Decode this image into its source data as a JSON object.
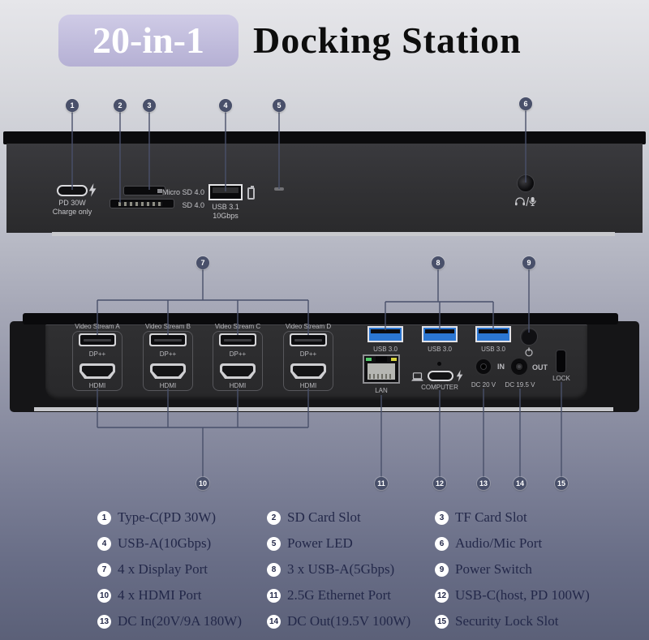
{
  "title": {
    "badge": "20-in-1",
    "text": "Docking Station"
  },
  "front": {
    "callouts": [
      "1",
      "2",
      "3",
      "4",
      "5",
      "6"
    ],
    "pd_line1": "PD 30W",
    "pd_line2": "Charge only",
    "micro_sd": "Micro SD 4.0",
    "sd": "SD 4.0",
    "usb_line1": "USB 3.1",
    "usb_line2": "10Gbps",
    "audio_icon": "headphone-mic-icon",
    "lightning_icon": "lightning-icon",
    "battery_icon": "battery-icon"
  },
  "rear": {
    "callouts": [
      "7",
      "8",
      "9",
      "10",
      "11",
      "12",
      "13",
      "14",
      "15"
    ],
    "video_groups": [
      {
        "name": "Video Stream A",
        "dp": "DP++",
        "hdmi": "HDMI"
      },
      {
        "name": "Video Stream B",
        "dp": "DP++",
        "hdmi": "HDMI"
      },
      {
        "name": "Video Stream C",
        "dp": "DP++",
        "hdmi": "HDMI"
      },
      {
        "name": "Video Stream D",
        "dp": "DP++",
        "hdmi": "HDMI"
      }
    ],
    "usb_ports": [
      "USB 3.0",
      "USB 3.0",
      "USB 3.0"
    ],
    "power_icon": "power-icon",
    "lan": "LAN",
    "computer": "COMPUTER",
    "laptop_icon": "laptop-icon",
    "dc_in": {
      "label": "DC 20 V",
      "dir": "IN"
    },
    "dc_out": {
      "label": "DC 19.5 V",
      "dir": "OUT"
    },
    "lock": "LOCK"
  },
  "legend": {
    "items": [
      {
        "num": "1",
        "label": "Type-C(PD 30W)"
      },
      {
        "num": "2",
        "label": "SD Card Slot"
      },
      {
        "num": "3",
        "label": "TF Card Slot"
      },
      {
        "num": "4",
        "label": "USB-A(10Gbps)"
      },
      {
        "num": "5",
        "label": "Power LED"
      },
      {
        "num": "6",
        "label": "Audio/Mic Port"
      },
      {
        "num": "7",
        "label": "4 x Display Port"
      },
      {
        "num": "8",
        "label": "3 x USB-A(5Gbps)"
      },
      {
        "num": "9",
        "label": "Power Switch"
      },
      {
        "num": "10",
        "label": "4 x HDMI Port"
      },
      {
        "num": "11",
        "label": "2.5G Ethernet Port"
      },
      {
        "num": "12",
        "label": "USB-C(host, PD 100W)"
      },
      {
        "num": "13",
        "label": "DC In(20V/9A 180W)"
      },
      {
        "num": "14",
        "label": "DC Out(19.5V 100W)"
      },
      {
        "num": "15",
        "label": "Security Lock Slot"
      }
    ]
  },
  "colors": {
    "badge": "#bcb7d9",
    "callout": "#49506a",
    "usb_blue": "#2b76d2",
    "legend_text": "#232849",
    "device_body": "#2e2e30"
  }
}
